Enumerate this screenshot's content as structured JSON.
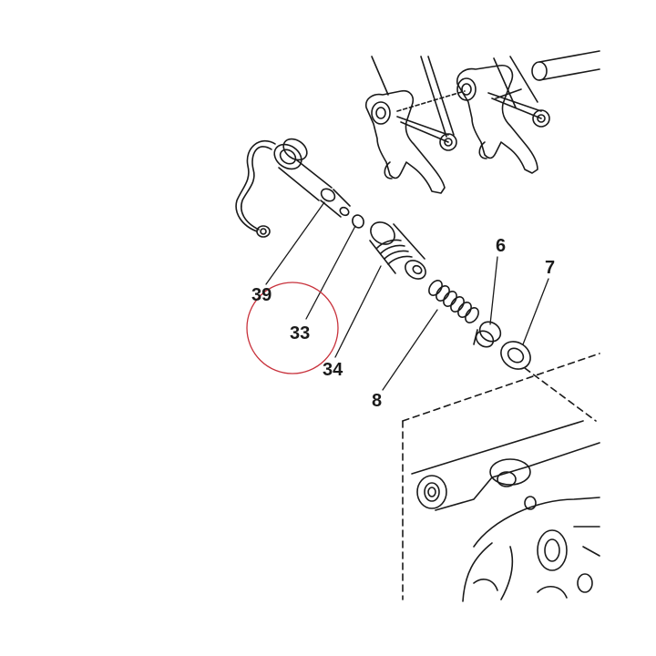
{
  "diagram": {
    "callouts": [
      {
        "id": "part-39",
        "label": "39"
      },
      {
        "id": "part-33",
        "label": "33"
      },
      {
        "id": "part-34",
        "label": "34"
      },
      {
        "id": "part-8",
        "label": "8"
      },
      {
        "id": "part-6",
        "label": "6"
      },
      {
        "id": "part-7",
        "label": "7"
      }
    ],
    "highlight": {
      "target": "part-33",
      "color": "#c8323c"
    },
    "colors": {
      "line": "#1a1a1a",
      "label": "#1a1a1a",
      "background": "#ffffff"
    }
  }
}
